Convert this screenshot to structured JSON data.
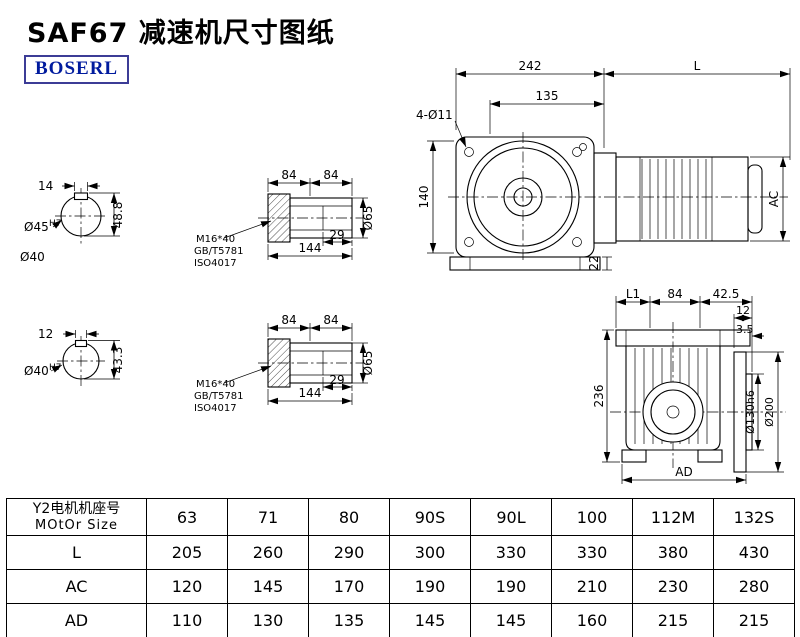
{
  "page": {
    "title": "SAF67 减速机尺寸图纸",
    "logo": "BOSERL"
  },
  "side_view": {
    "dim_242": "242",
    "dim_L": "L",
    "dim_135": "135",
    "dim_holes": "4-Ø11",
    "dim_140": "140",
    "dim_22": "22",
    "dim_AC": "AC"
  },
  "shaft_top": {
    "dim_14": "14",
    "dim_d45": "Ø45",
    "dim_d45_tol": "H7",
    "dim_48_8": "48.8",
    "dim_d40": "Ø40"
  },
  "shaft_bottom": {
    "dim_12": "12",
    "dim_d40": "Ø40",
    "dim_d40_tol": "H7",
    "dim_43_3": "43.3"
  },
  "hollow_shaft_top": {
    "dim_84a": "84",
    "dim_84b": "84",
    "dim_29": "29",
    "dim_144": "144",
    "dim_d65": "Ø65",
    "note_bolt": "M16*40",
    "note_std_gb": "GB/T5781",
    "note_std_iso": "ISO4017"
  },
  "hollow_shaft_bottom": {
    "dim_84a": "84",
    "dim_84b": "84",
    "dim_29": "29",
    "dim_144": "144",
    "dim_d65": "Ø65",
    "note_bolt": "M16*40",
    "note_std_gb": "GB/T5781",
    "note_std_iso": "ISO4017"
  },
  "front_view": {
    "dim_L1": "L1",
    "dim_84": "84",
    "dim_42_5": "42.5",
    "dim_12": "12",
    "dim_3_5": "3.5",
    "dim_236": "236",
    "dim_d130": "Ø130h6",
    "dim_d200": "Ø200",
    "dim_AD": "AD"
  },
  "table": {
    "header_cn": "Y2电机机座号",
    "header_en": "MOtOr Size",
    "sizes": [
      "63",
      "71",
      "80",
      "90S",
      "90L",
      "100",
      "112M",
      "132S"
    ],
    "rows": [
      {
        "label": "L",
        "values": [
          "205",
          "260",
          "290",
          "300",
          "330",
          "330",
          "380",
          "430"
        ]
      },
      {
        "label": "AC",
        "values": [
          "120",
          "145",
          "170",
          "190",
          "190",
          "210",
          "230",
          "280"
        ]
      },
      {
        "label": "AD",
        "values": [
          "110",
          "130",
          "135",
          "145",
          "145",
          "160",
          "215",
          "215"
        ]
      }
    ]
  }
}
